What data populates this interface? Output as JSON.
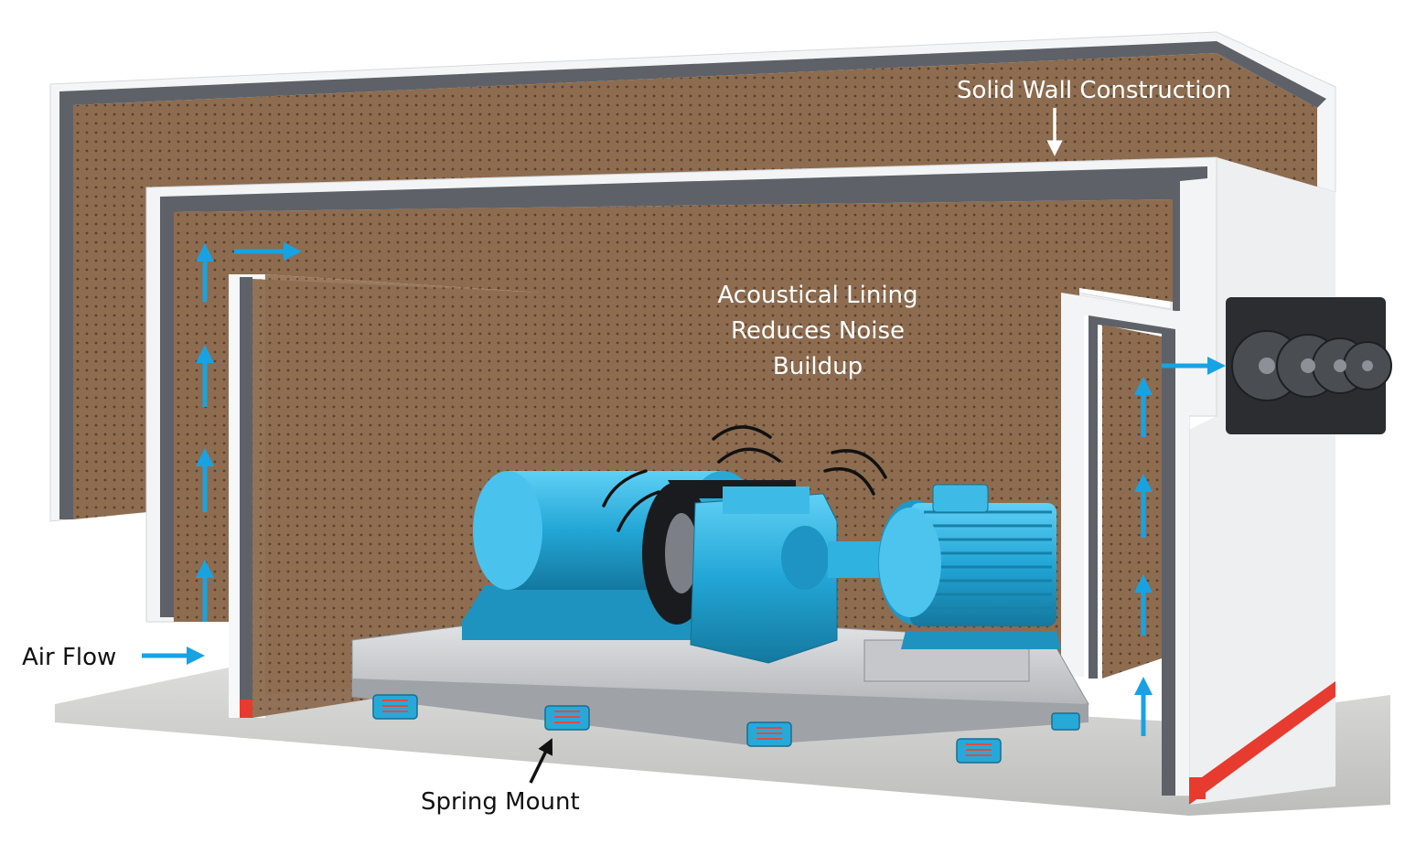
{
  "labels": {
    "solid_wall": "Solid Wall Construction",
    "acoustical_lining": "Acoustical Lining Reduces Noise Buildup",
    "air_flow": "Air Flow",
    "spring_mount": "Spring Mount"
  },
  "colors": {
    "wall_white": "#f4f5f6",
    "wall_gray": "#5e6268",
    "lining_brown": "#8a6a4f",
    "lining_dark": "#6e523b",
    "machine_blue": "#27a9d8",
    "airflow_arrow": "#17a3e3",
    "floor": "#cfcfcd",
    "seal_red": "#e63b2e"
  },
  "icons": [
    "airflow-arrow-icon",
    "exhaust-fan-icon",
    "sound-wave-icon",
    "spring-mount-icon"
  ]
}
